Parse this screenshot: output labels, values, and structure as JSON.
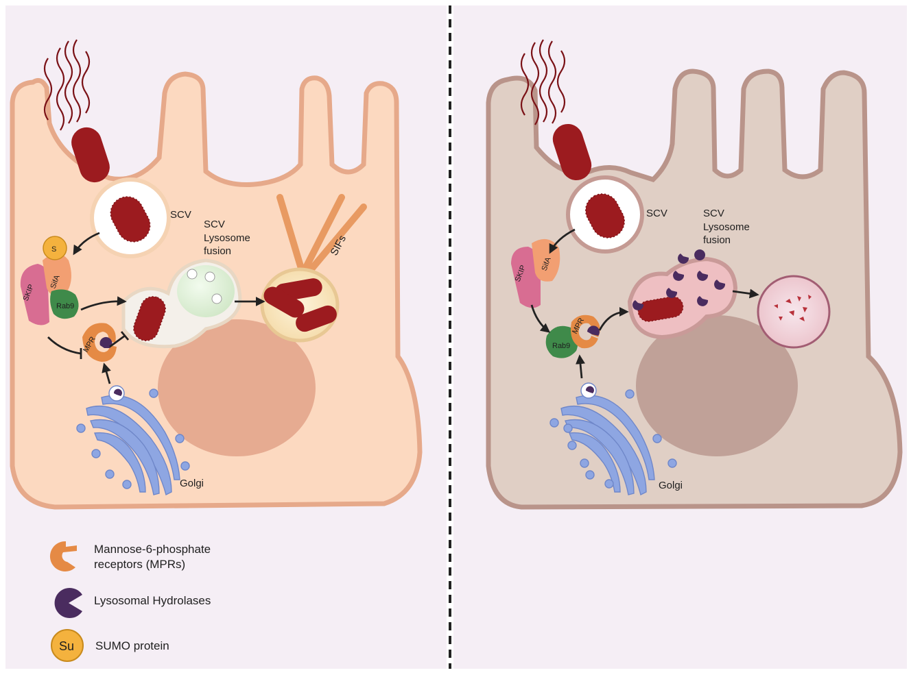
{
  "left_panel": {
    "scv_label": "SCV",
    "fusion_label": [
      "SCV",
      "Lysosome",
      "fusion"
    ],
    "sifs_label": "SIFs",
    "sumo_tag": "S",
    "skip_label": "SKIP",
    "sifa_label": "SifA",
    "rab9_label": "Rab9",
    "mpr_label": "MPR",
    "golgi_label": "Golgi"
  },
  "right_panel": {
    "scv_label": "SCV",
    "fusion_label": [
      "SCV",
      "Lysosome",
      "fusion"
    ],
    "skip_label": "SKIP",
    "sifa_label": "SifA",
    "rab9_label": "Rab9",
    "mpr_label": "MPR",
    "golgi_label": "Golgi"
  },
  "legend": {
    "items": [
      {
        "icon": "mpr-receptor-icon",
        "text": [
          "Mannose-6-phosphate",
          "receptors (MPRs)"
        ]
      },
      {
        "icon": "hydrolase-icon",
        "text": [
          "Lysosomal Hydrolases"
        ]
      },
      {
        "icon": "sumo-icon",
        "symbol": "Su",
        "text": [
          "SUMO protein"
        ]
      }
    ]
  },
  "colors": {
    "background": "#f5eef5",
    "left_cell": "#fcd9c0",
    "left_membrane": "#e6a98a",
    "right_cell": "#e0cfc5",
    "right_membrane": "#b9948a",
    "nucleus_left": "#e6ab91",
    "nucleus_right": "#c0a198",
    "bacterium": "#9c1b1f",
    "golgi": "#8ea6e2",
    "mpr": "#e58a45",
    "hydrolase": "#4a2c5f",
    "sumo": "#f4b23e",
    "rab9": "#3f8a4a",
    "skip": "#d86d92",
    "sifa": "#f29f72",
    "sif_tubule": "#e89a62"
  }
}
